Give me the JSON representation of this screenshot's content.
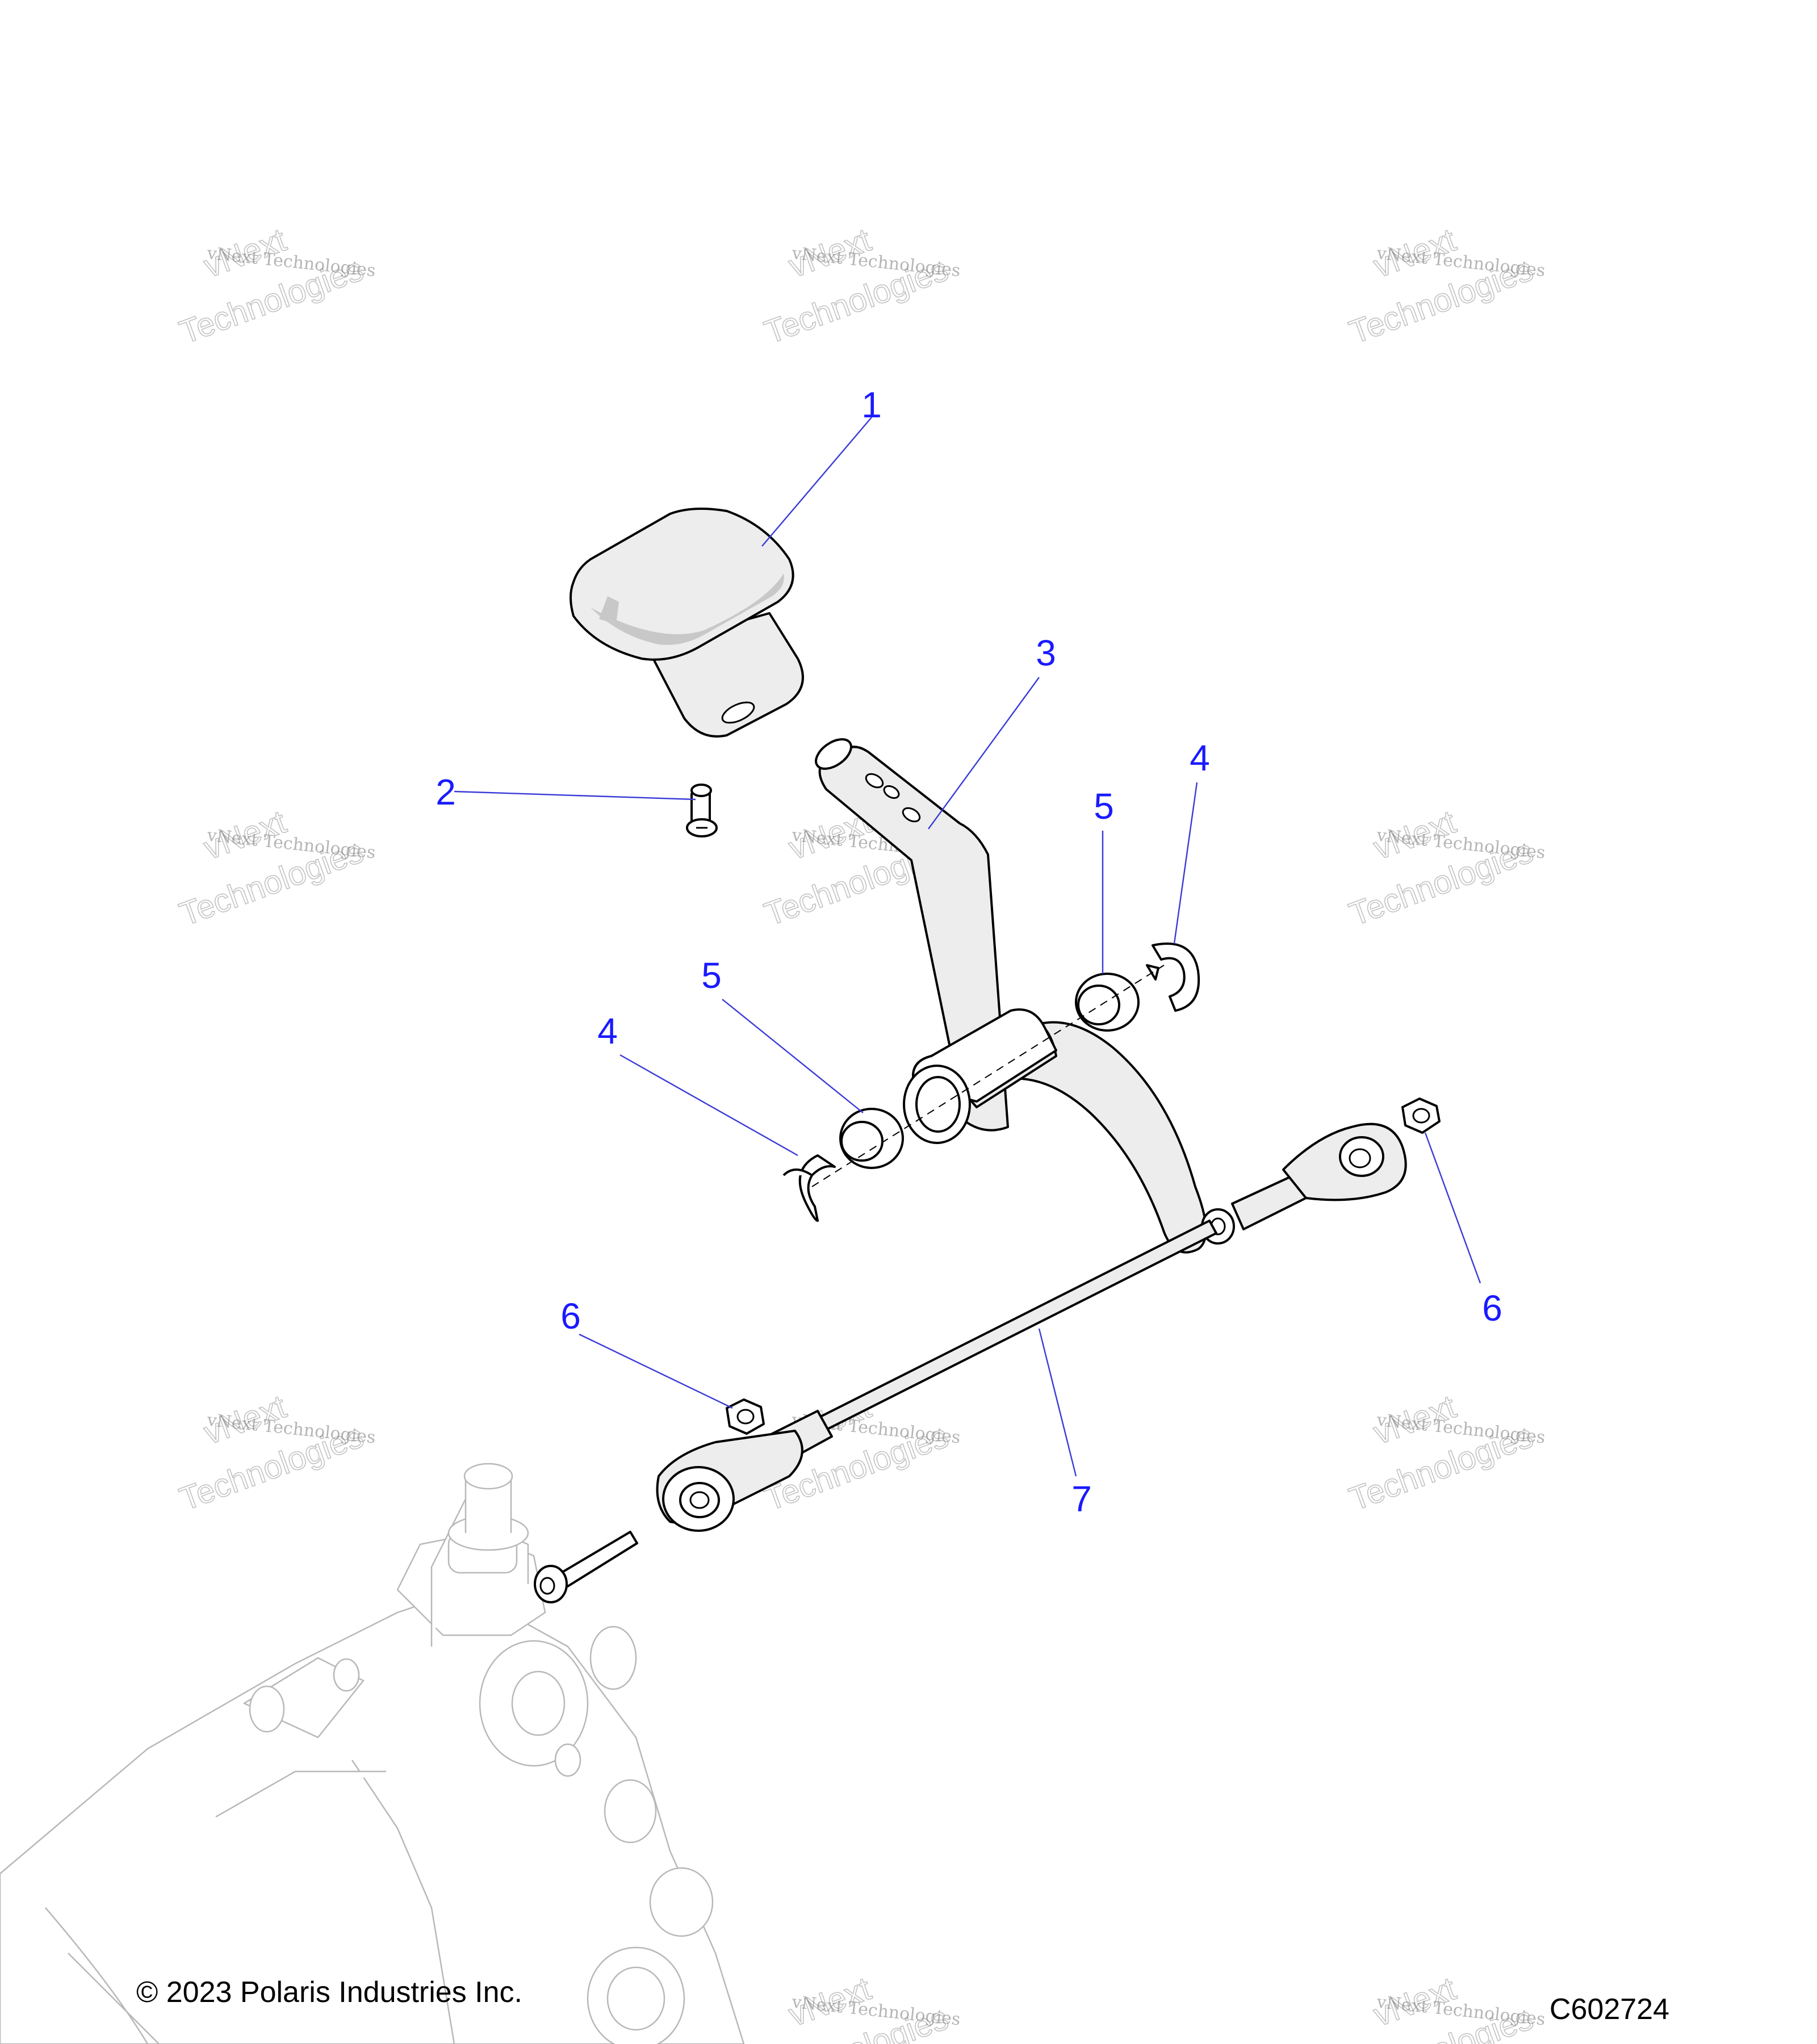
{
  "colors": {
    "callout": "#1a1aff",
    "leader": "#3a3ad8",
    "line": "#000000",
    "fill": "#ededed"
  },
  "callouts": [
    "1",
    "2",
    "3",
    "4",
    "5",
    "5",
    "4",
    "6",
    "6",
    "7"
  ],
  "watermark": {
    "line1": "vNext Technologies",
    "line2": "vNext",
    "line3": "Technologies"
  },
  "footer": {
    "copyright": "© 2023 Polaris Industries Inc.",
    "figure_id": "C602724"
  }
}
